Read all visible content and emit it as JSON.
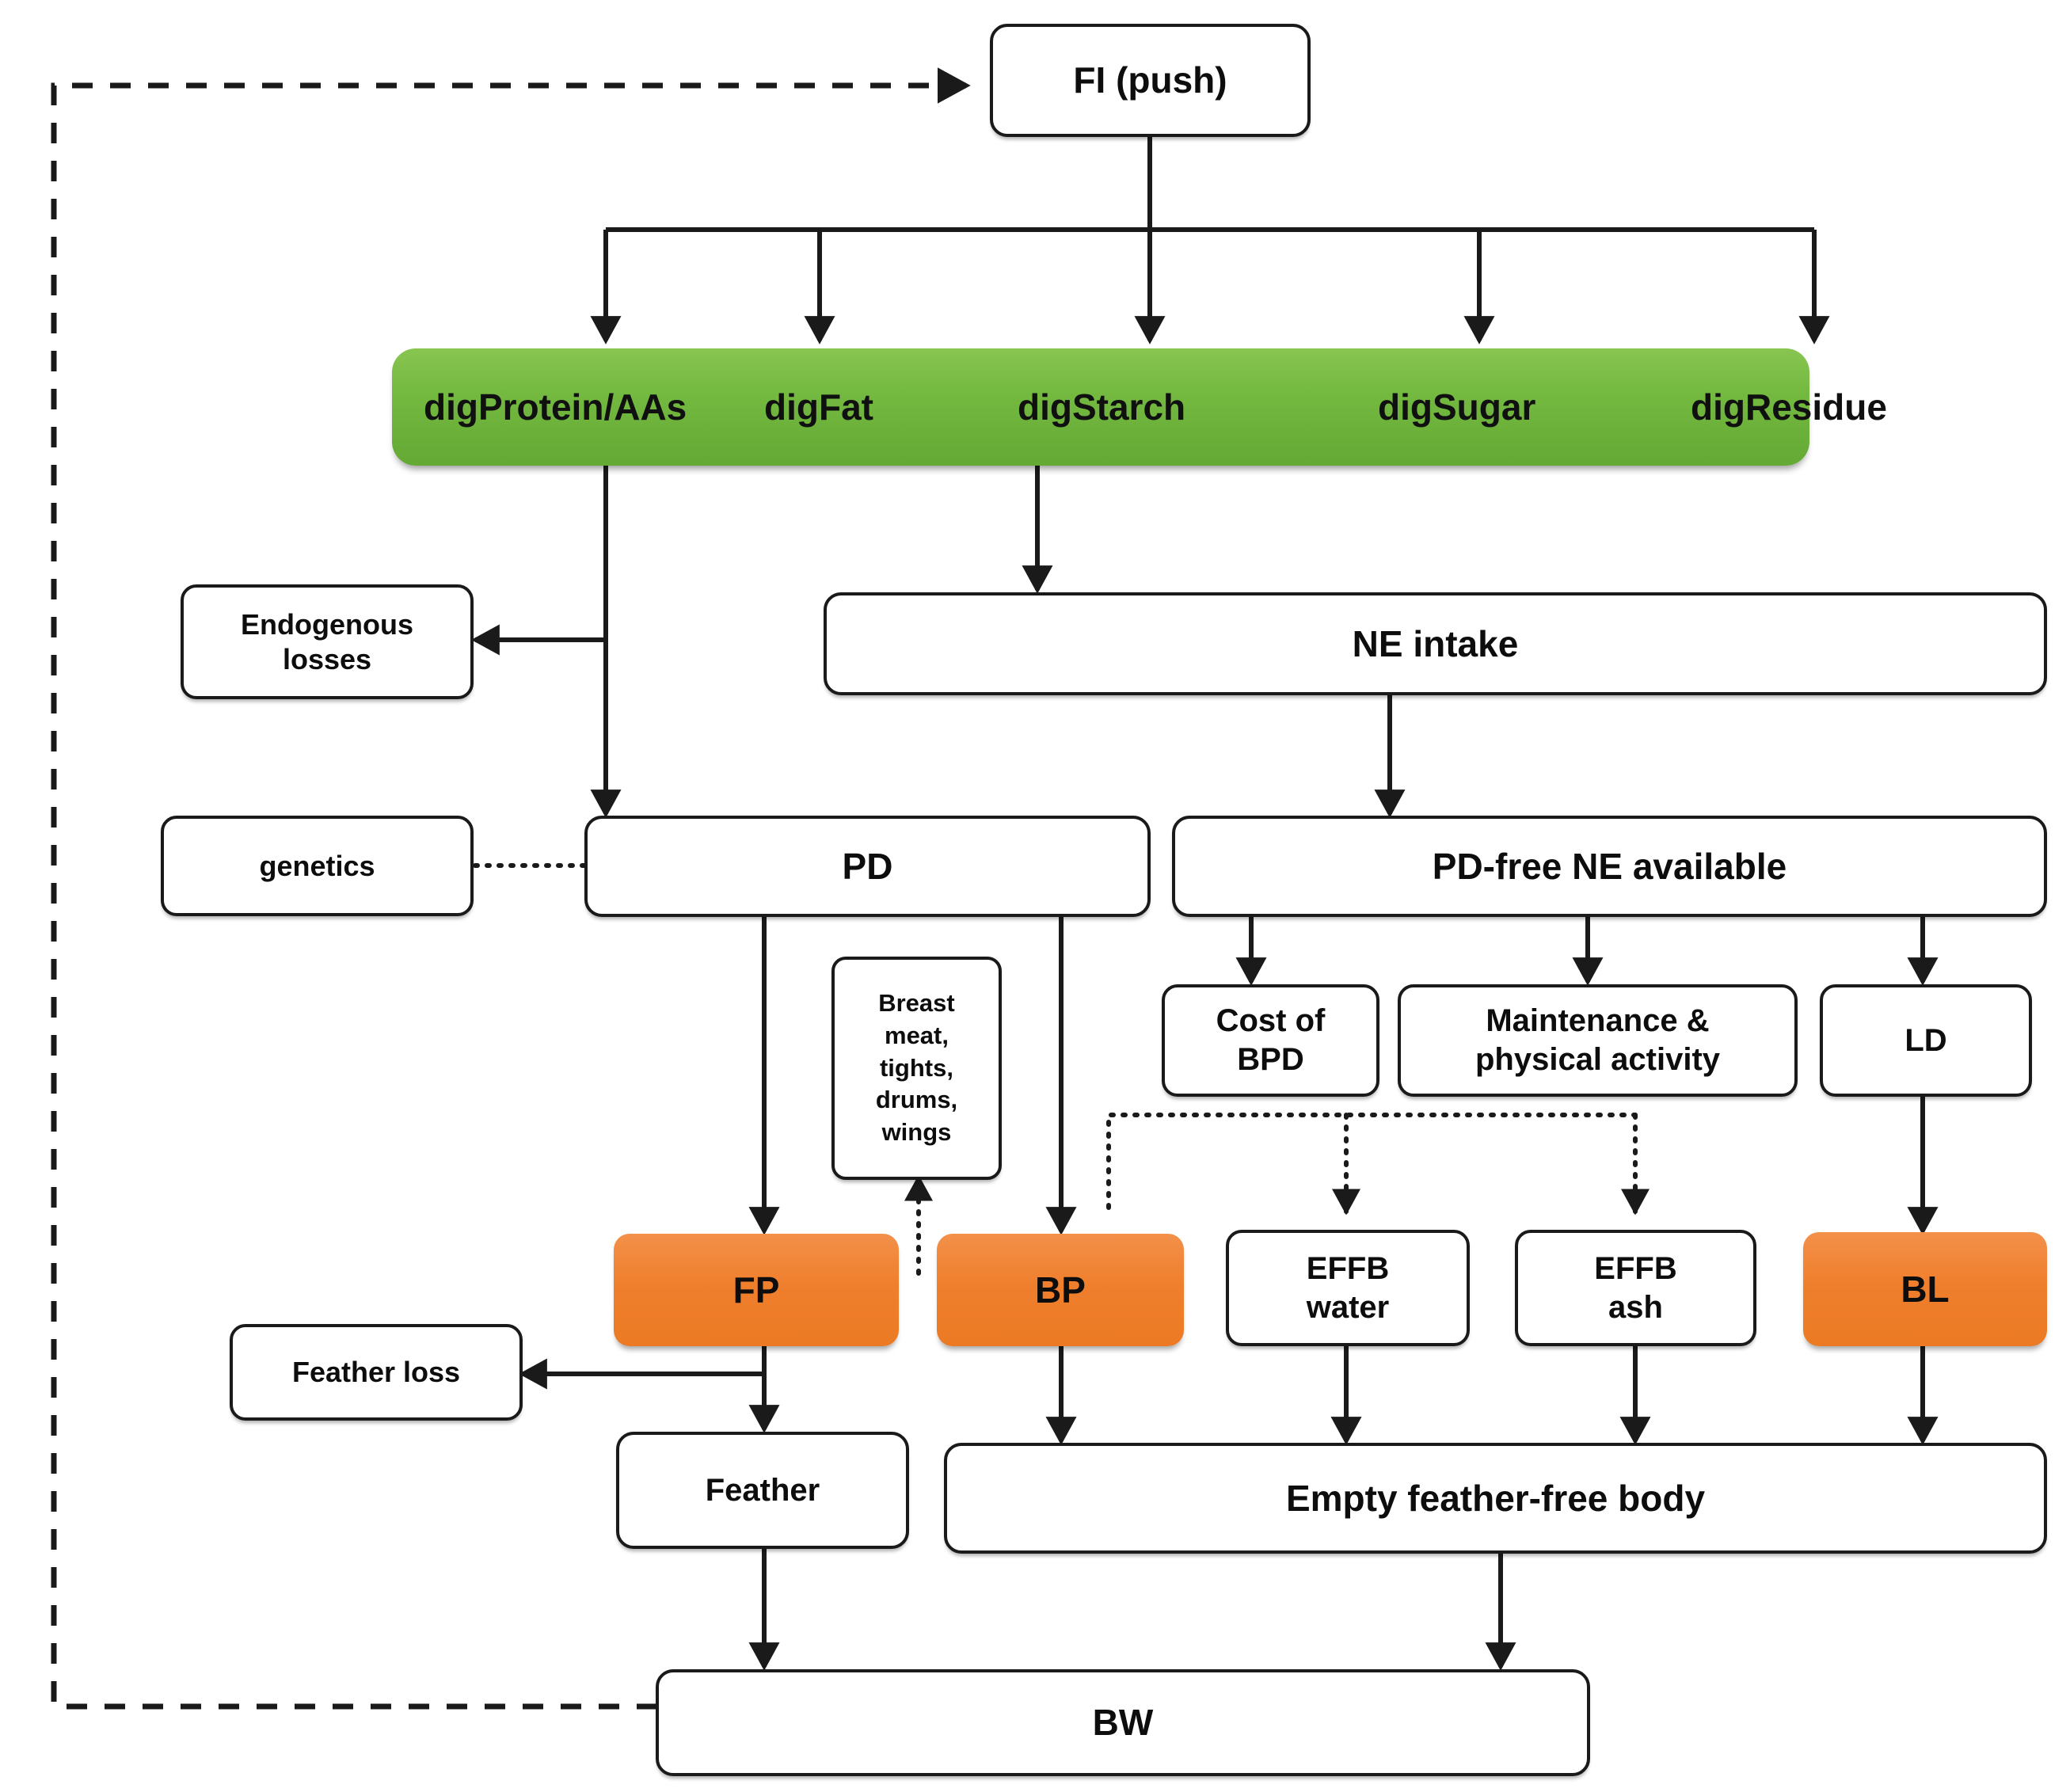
{
  "diagram": {
    "title": "Broiler growth model flow diagram",
    "colors": {
      "green_bar": "#70B53C",
      "orange_node": "#EF7F2D",
      "node_border": "#1a1a1a",
      "node_fill": "#ffffff",
      "line": "#1a1a1a"
    }
  },
  "nodes": {
    "fi_push": "FI (push)",
    "endogenous_losses": "Endogenous\nlosses",
    "endogenous_losses_line1": "Endogenous",
    "endogenous_losses_line2": "losses",
    "genetics": "genetics",
    "ne_intake": "NE intake",
    "pd": "PD",
    "pd_free_ne": "PD-free NE available",
    "cost_of_bpd_line1": "Cost of",
    "cost_of_bpd_line2": "BPD",
    "maintenance_line1": "Maintenance &",
    "maintenance_line2": "physical activity",
    "ld": "LD",
    "breast_meat_line1": "Breast",
    "breast_meat_line2": "meat,",
    "breast_meat_line3": "tights,",
    "breast_meat_line4": "drums,",
    "breast_meat_line5": "wings",
    "fp": "FP",
    "bp": "BP",
    "bl": "BL",
    "effb_water_line1": "EFFB",
    "effb_water_line2": "water",
    "effb_ash_line1": "EFFB",
    "effb_ash_line2": "ash",
    "feather_loss": "Feather loss",
    "feather": "Feather",
    "empty_feather_free_body": "Empty feather-free body",
    "bw": "BW"
  },
  "green_bar": {
    "items": [
      "digProtein/AAs",
      "digFat",
      "digStarch",
      "digSugar",
      "digResidue"
    ]
  }
}
